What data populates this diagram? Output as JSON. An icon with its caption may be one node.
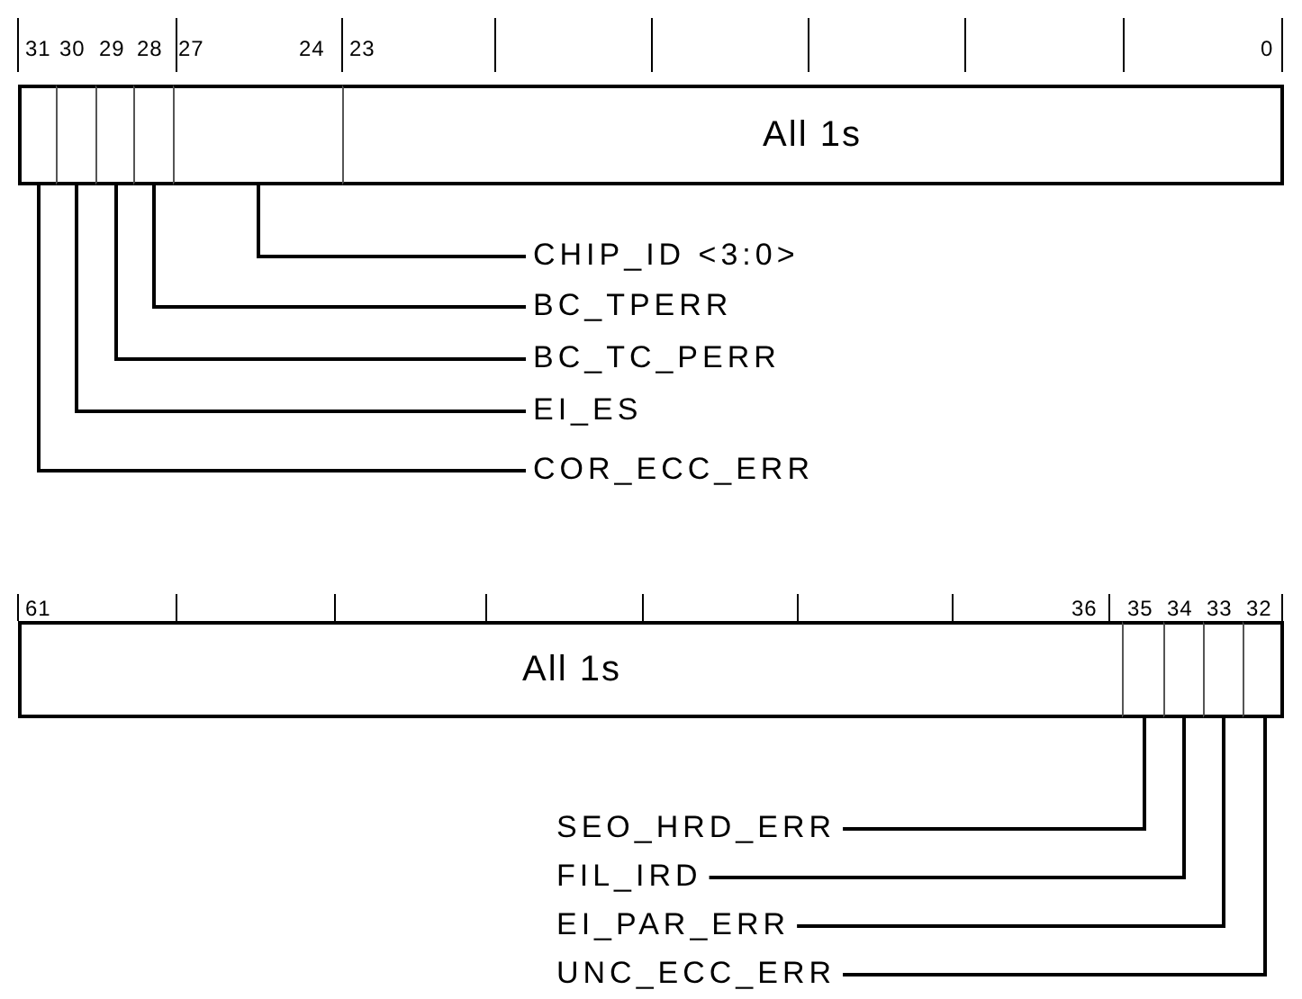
{
  "diagram": {
    "nodes": [
      {
        "text": [],
        "shape": "box"
      },
      {
        "text": [],
        "shape": "box"
      },
      {
        "text": [],
        "shape": "box"
      },
      {
        "text": [],
        "shape": "box"
      },
      {
        "text": [],
        "shape": "box"
      },
      {
        "text": [
          "All 1s"
        ]
      },
      {
        "text": [
          "CHIP_ID <3:0>"
        ]
      },
      {
        "text": [
          "BC_TPERR"
        ]
      },
      {
        "text": [
          "BC_TC_PERR"
        ]
      },
      {
        "text": [
          "EI_ES"
        ]
      },
      {
        "text": [
          "COR_ECC_ERR"
        ]
      },
      {
        "text": [
          "All 1s"
        ]
      },
      {
        "text": [],
        "shape": "box"
      },
      {
        "text": [],
        "shape": "box"
      },
      {
        "text": [],
        "shape": "box"
      },
      {
        "text": [],
        "shape": "box"
      },
      {
        "text": [
          "SEO_HRD_ERR"
        ]
      },
      {
        "text": [
          "FIL_IRD"
        ]
      },
      {
        "text": [
          "EI_PAR_ERR"
        ]
      },
      {
        "text": [
          "UNC_ECC_ERR"
        ]
      }
    ],
    "edges": [
      {
        "from": 6,
        "to": 4,
        "arrow": "none"
      },
      {
        "from": 7,
        "to": 3,
        "arrow": "none"
      },
      {
        "from": 8,
        "to": 2,
        "arrow": "none"
      },
      {
        "from": 9,
        "to": 1,
        "arrow": "none"
      },
      {
        "from": 10,
        "to": 0,
        "arrow": "none"
      },
      {
        "from": 16,
        "to": 12,
        "arrow": "none"
      },
      {
        "from": 17,
        "to": 13,
        "arrow": "none"
      },
      {
        "from": 18,
        "to": 14,
        "arrow": "none"
      },
      {
        "from": 19,
        "to": 15,
        "arrow": "none"
      }
    ],
    "labels": [
      "31",
      "30",
      "29",
      "28",
      "27",
      "24",
      "23",
      "0",
      "61",
      "36",
      "35",
      "34",
      "33",
      "32"
    ]
  }
}
